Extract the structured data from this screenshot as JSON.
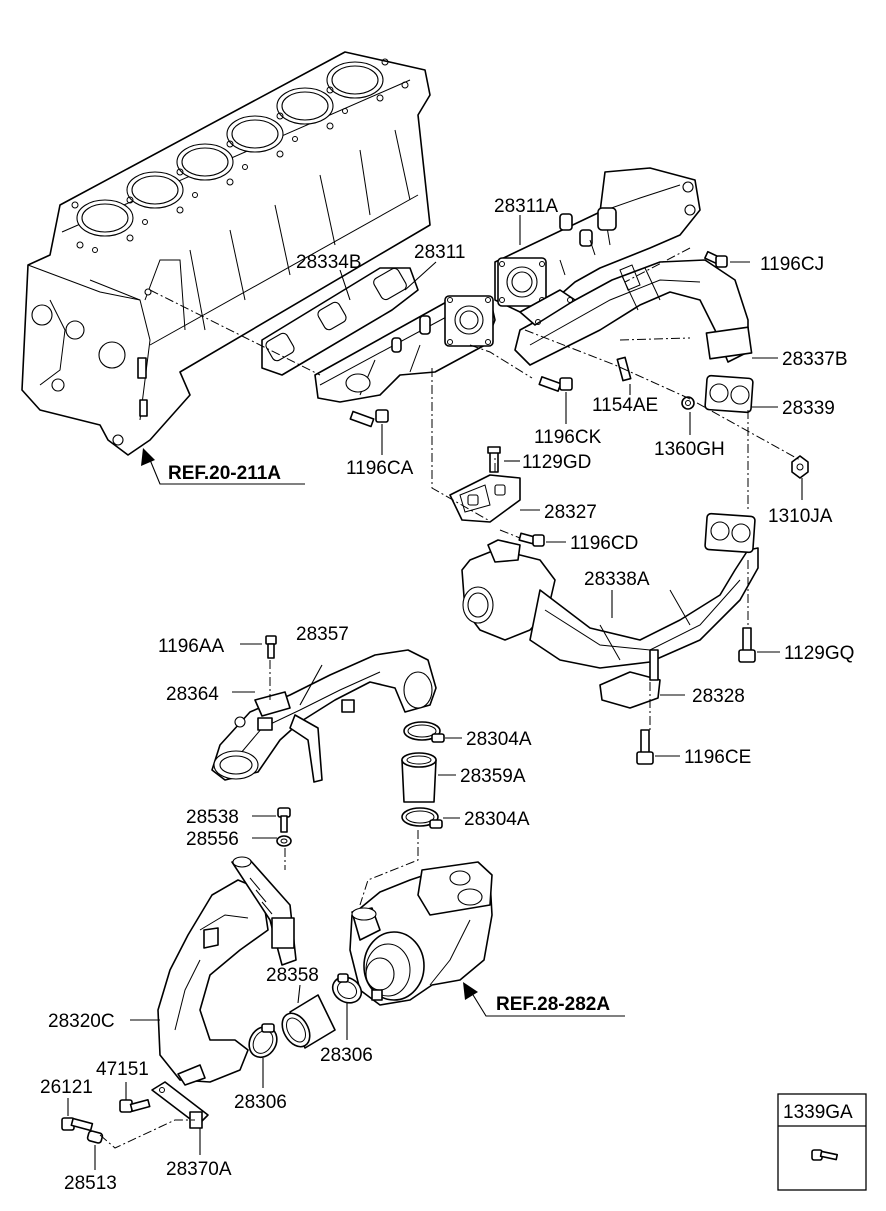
{
  "labels": {
    "p28311A": "28311A",
    "p28311": "28311",
    "p28334B": "28334B",
    "p1196CJ": "1196CJ",
    "p28337B": "28337B",
    "p1154AE": "1154AE",
    "p28339": "28339",
    "p1196CK": "1196CK",
    "p1360GH": "1360GH",
    "p1196CA": "1196CA",
    "p1129GD": "1129GD",
    "p1310JA": "1310JA",
    "p28327": "28327",
    "p1196CD": "1196CD",
    "p28338A": "28338A",
    "p1196AA": "1196AA",
    "p28357": "28357",
    "p1129GQ": "1129GQ",
    "p28364": "28364",
    "p28328": "28328",
    "p28304A_1": "28304A",
    "p1196CE": "1196CE",
    "p28359A": "28359A",
    "p28538": "28538",
    "p28556": "28556",
    "p28304A_2": "28304A",
    "p28358": "28358",
    "p28320C": "28320C",
    "p28306_1": "28306",
    "p47151": "47151",
    "p28306_2": "28306",
    "p26121": "26121",
    "p28370A": "28370A",
    "p28513": "28513"
  },
  "references": {
    "engine_block": "REF.20-211A",
    "turbocharger": "REF.28-282A"
  },
  "legend_box": {
    "part_number": "1339GA"
  }
}
